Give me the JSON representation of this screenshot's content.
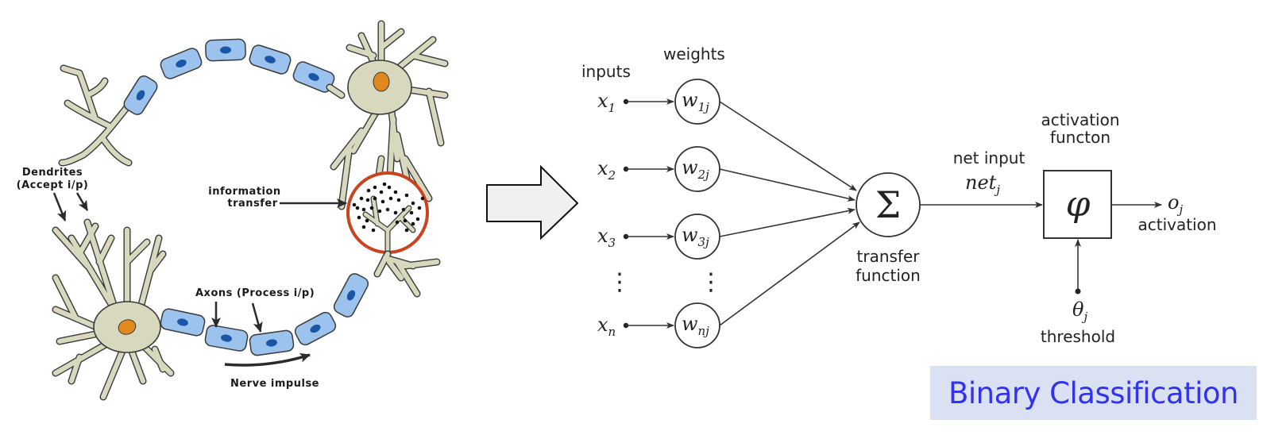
{
  "biological_neuron": {
    "labels": {
      "dendrites_line1": "Dendrites",
      "dendrites_line2": "(Accept i/p)",
      "info_line1": "information",
      "info_line2": "transfer",
      "axons": "Axons (Process i/p)",
      "impulse": "Nerve impulse"
    },
    "colors": {
      "cell_body": "#d7d8be",
      "myelin": "#9cc3ee",
      "myelin_nucleus": "#1957a6",
      "soma_nucleus": "#e08a1e",
      "synapse_ring": "#c8431e"
    }
  },
  "transition_arrow": {
    "icon": "right-block-arrow",
    "fill": "#f0f0f0"
  },
  "artificial_neuron": {
    "inputs_label": "inputs",
    "weights_label": "weights",
    "inputs": [
      {
        "var": "x",
        "sub": "1",
        "weight": "w",
        "wsub": "1j"
      },
      {
        "var": "x",
        "sub": "2",
        "weight": "w",
        "wsub": "2j"
      },
      {
        "var": "x",
        "sub": "3",
        "weight": "w",
        "wsub": "3j"
      },
      {
        "var": "x",
        "sub": "n",
        "weight": "w",
        "wsub": "nj"
      }
    ],
    "ellipsis": "⋮",
    "sum_symbol": "Σ",
    "transfer_label_1": "transfer",
    "transfer_label_2": "function",
    "net_input_label": "net input",
    "net_var": "net",
    "net_sub": "j",
    "activation_func_label_1": "activation",
    "activation_func_label_2": "functon",
    "phi_symbol": "φ",
    "output_var": "o",
    "output_sub": "j",
    "output_label": "activation",
    "threshold_var": "θ",
    "threshold_sub": "j",
    "threshold_label": "threshold"
  },
  "caption": {
    "text": "Binary Classification",
    "text_color": "#3333ee",
    "background": "#d9e1f2"
  }
}
